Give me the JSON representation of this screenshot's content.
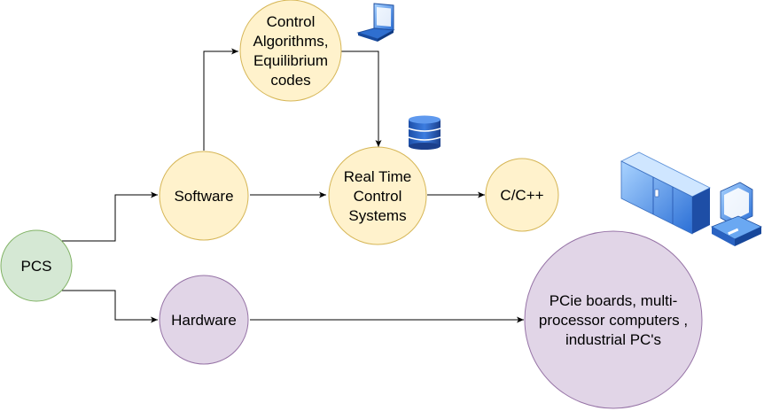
{
  "colors": {
    "green_fill": "#d5e8d4",
    "green_stroke": "#82b366",
    "yellow_fill": "#fff2cc",
    "yellow_stroke": "#d6b656",
    "purple_fill": "#e1d5e7",
    "purple_stroke": "#9673a6",
    "edge": "#000000"
  },
  "nodes": {
    "pcs": {
      "lines": [
        "PCS"
      ]
    },
    "software": {
      "lines": [
        "Software"
      ]
    },
    "hardware": {
      "lines": [
        "Hardware"
      ]
    },
    "control_algorithms": {
      "lines": [
        "Control",
        "Algorithms,",
        "Equilibrium",
        "codes"
      ]
    },
    "real_time": {
      "lines": [
        "Real Time",
        "Control",
        "Systems"
      ]
    },
    "cpp": {
      "lines": [
        "C/C++"
      ]
    },
    "pcie": {
      "lines": [
        "PCie boards, multi-",
        "processor computers ,",
        "industrial PC's"
      ]
    }
  },
  "icons": {
    "laptop": "laptop-icon",
    "database": "database-icon",
    "server": "server-rack-icon",
    "workstation": "desktop-computer-icon"
  }
}
